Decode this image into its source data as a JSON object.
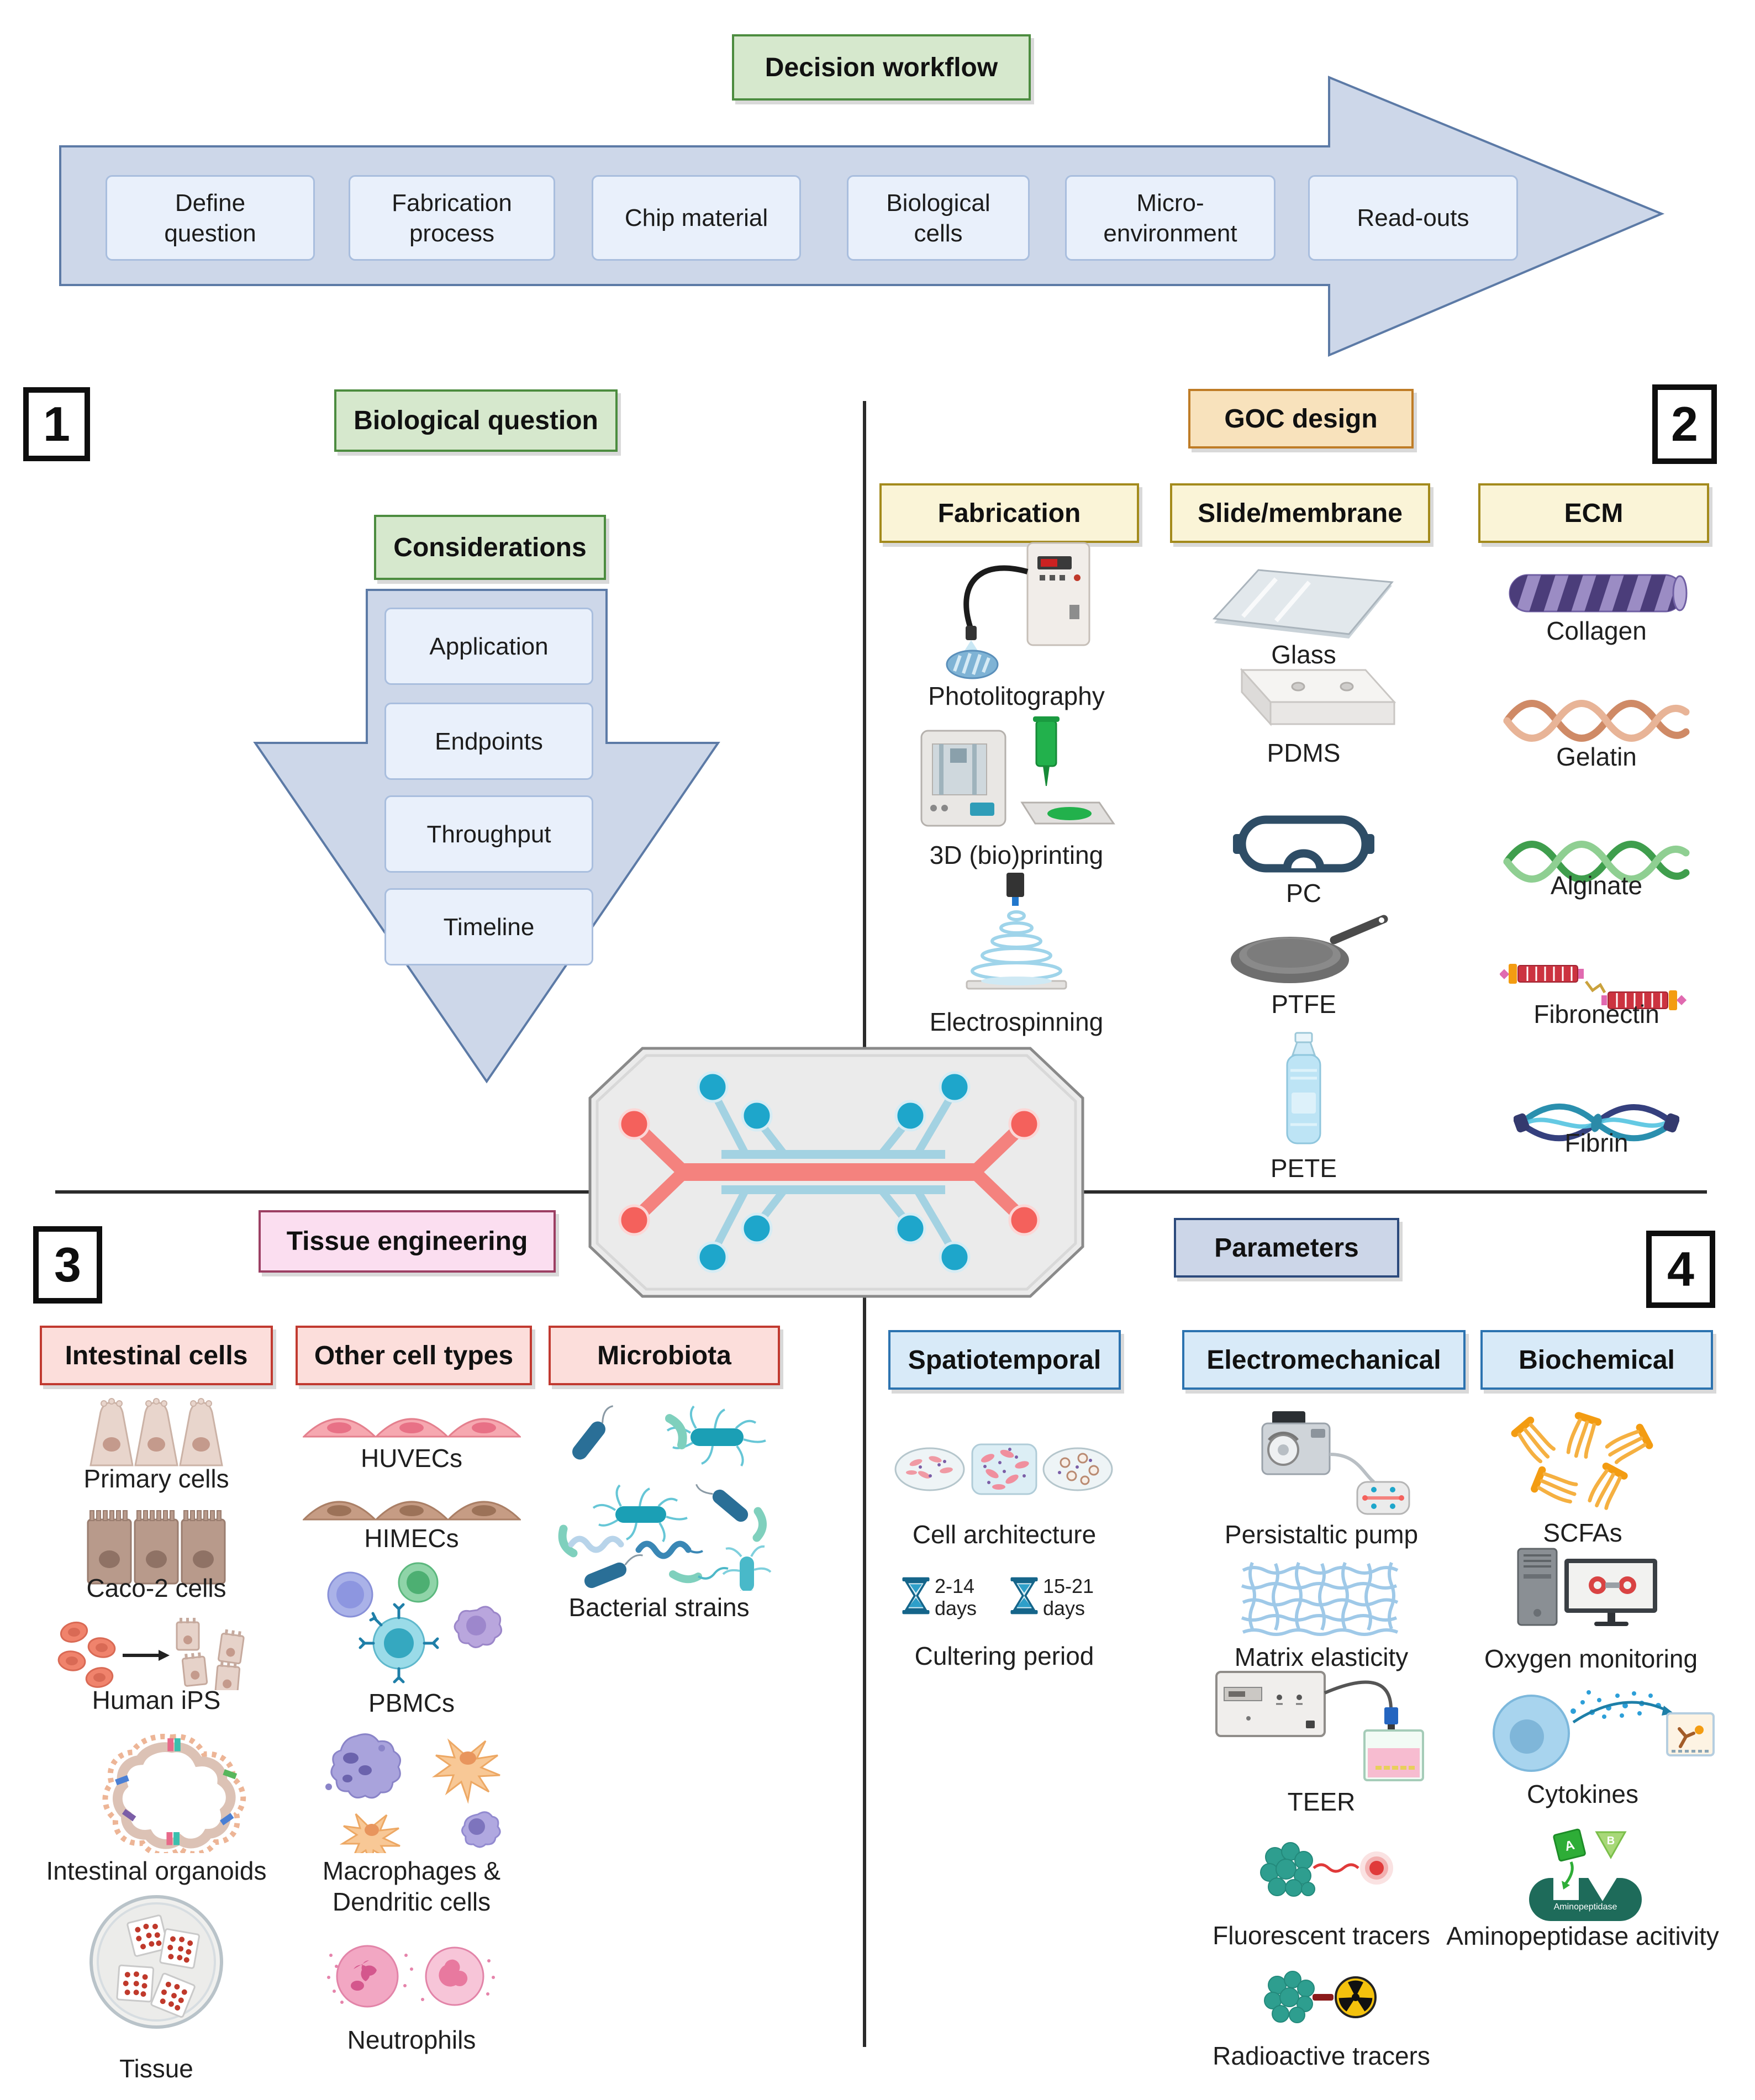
{
  "workflow": {
    "title": "Decision workflow",
    "steps": [
      "Define question",
      "Fabrication process",
      "Chip material",
      "Biological cells",
      "Micro-environment",
      "Read-outs"
    ]
  },
  "q1": {
    "number": "1",
    "title": "Biological question",
    "sub": "Considerations",
    "items": [
      "Application",
      "Endpoints",
      "Throughput",
      "Timeline"
    ]
  },
  "q2": {
    "number": "2",
    "title": "GOC design",
    "cols": [
      {
        "title": "Fabrication",
        "items": [
          "Photolitography",
          "3D (bio)printing",
          "Electrospinning"
        ]
      },
      {
        "title": "Slide/membrane",
        "items": [
          "Glass",
          "PDMS",
          "PC",
          "PTFE",
          "PETE"
        ]
      },
      {
        "title": "ECM",
        "items": [
          "Collagen",
          "Gelatin",
          "Alginate",
          "Fibronectin",
          "Fibrin"
        ]
      }
    ]
  },
  "q3": {
    "number": "3",
    "title": "Tissue engineering",
    "cols": [
      {
        "title": "Intestinal cells",
        "items": [
          "Primary cells",
          "Caco-2 cells",
          "Human iPS",
          "Intestinal organoids",
          "Tissue"
        ]
      },
      {
        "title": "Other cell types",
        "items": [
          "HUVECs",
          "HIMECs",
          "PBMCs",
          "Macrophages & Dendritic cells",
          "Neutrophils"
        ]
      },
      {
        "title": "Microbiota",
        "items": [
          "Bacterial strains"
        ]
      }
    ]
  },
  "q4": {
    "number": "4",
    "title": "Parameters",
    "cols": [
      {
        "title": "Spatiotemporal",
        "items": [
          "Cell architecture",
          "Cultering period"
        ]
      },
      {
        "title": "Electromechanical",
        "items": [
          "Persistaltic pump",
          "Matrix elasticity",
          "TEER",
          "Fluorescent tracers",
          "Radioactive tracers"
        ]
      },
      {
        "title": "Biochemical",
        "items": [
          "SCFAs",
          "Oxygen monitoring",
          "Cytokines",
          "Aminopeptidase acitivity"
        ]
      }
    ],
    "cultering": [
      {
        "range": "2-14",
        "unit": "days"
      },
      {
        "range": "15-21",
        "unit": "days"
      }
    ]
  },
  "icon_text": {
    "aminopeptidase": "Aminopeptidase",
    "substrate_a": "A",
    "substrate_b": "B"
  },
  "colors": {
    "green_header_bg": "#d6e8cd",
    "green_header_border": "#4c8c3f",
    "tan_bg": "#f8e2bc",
    "tan_border": "#bf7c26",
    "yellow_bg": "#faf4d7",
    "yellow_border": "#a38a1c",
    "pink_bg": "#fbdef0",
    "pink_border": "#9c3f63",
    "red_bg": "#fcdedb",
    "red_border": "#c13a30",
    "navy_bg": "#ccd6e8",
    "navy_border": "#2c4a7c",
    "blue_bg": "#d8eaf8",
    "blue_border": "#2c73b0",
    "arrow_fill": "#cdd7e9",
    "arrow_border": "#5c7aa6",
    "chip_red": "#f4615c",
    "chip_blue": "#1ea6cb"
  }
}
